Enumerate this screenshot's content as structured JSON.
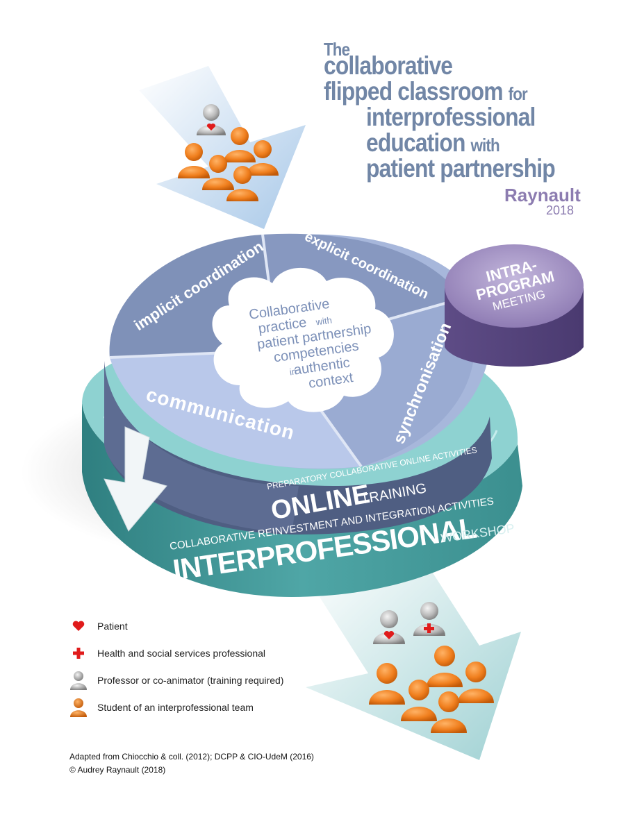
{
  "title": {
    "line1": "The",
    "line2": "collaborative",
    "line3a": "flipped classroom",
    "line3b": "for",
    "line4": "interprofessional",
    "line5a": "education",
    "line5b": "with",
    "line6": "patient partnership",
    "author": "Raynault",
    "year": "2018"
  },
  "wheel": {
    "segments": [
      "implicit coordination",
      "explicit coordination",
      "synchronisation",
      "communication"
    ],
    "center": {
      "l1": "Collaborative",
      "l2a": "practice",
      "l2b": "with",
      "l3": "patient partnership",
      "l4": "competencies",
      "l5a": "in",
      "l5b": "authentic",
      "l6": "context"
    }
  },
  "online_layer": {
    "subtitle": "PREPARATORY COLLABORATIVE ONLINE ACTIVITIES",
    "main": "ONLINE",
    "suffix": "TRAINING"
  },
  "interprofessional_layer": {
    "subtitle": "COLLABORATIVE REINVESTMENT AND INTEGRATION ACTIVITIES",
    "main": "INTERPROFESSIONAL",
    "suffix": "WORKSHOP"
  },
  "intra_program": {
    "l1": "INTRA-",
    "l2": "PROGRAM",
    "l3": "MEETING"
  },
  "legend": [
    {
      "icon": "heart-icon",
      "label": "Patient"
    },
    {
      "icon": "red-cross-icon",
      "label": "Health and social services professional"
    },
    {
      "icon": "gray-person-icon",
      "label": "Professor or co-animator (training required)"
    },
    {
      "icon": "orange-person-icon",
      "label": "Student of an interprofessional team"
    }
  ],
  "credits": {
    "line1": "Adapted from Chiocchio & coll. (2012); DCPP & CIO-UdeM (2016)",
    "line2": "© Audrey Raynault (2018)"
  },
  "colors": {
    "title": "#7186a6",
    "author": "#8c7cb0",
    "wheel_dark": "#8496bc",
    "wheel_light": "#aebee0",
    "wheel_side": "#4f5e82",
    "teal": "#74c0c0",
    "teal_dark": "#3f8f8f",
    "purple": "#8672a8",
    "orange": "#f07f1e",
    "heart": "#e01b1b"
  }
}
